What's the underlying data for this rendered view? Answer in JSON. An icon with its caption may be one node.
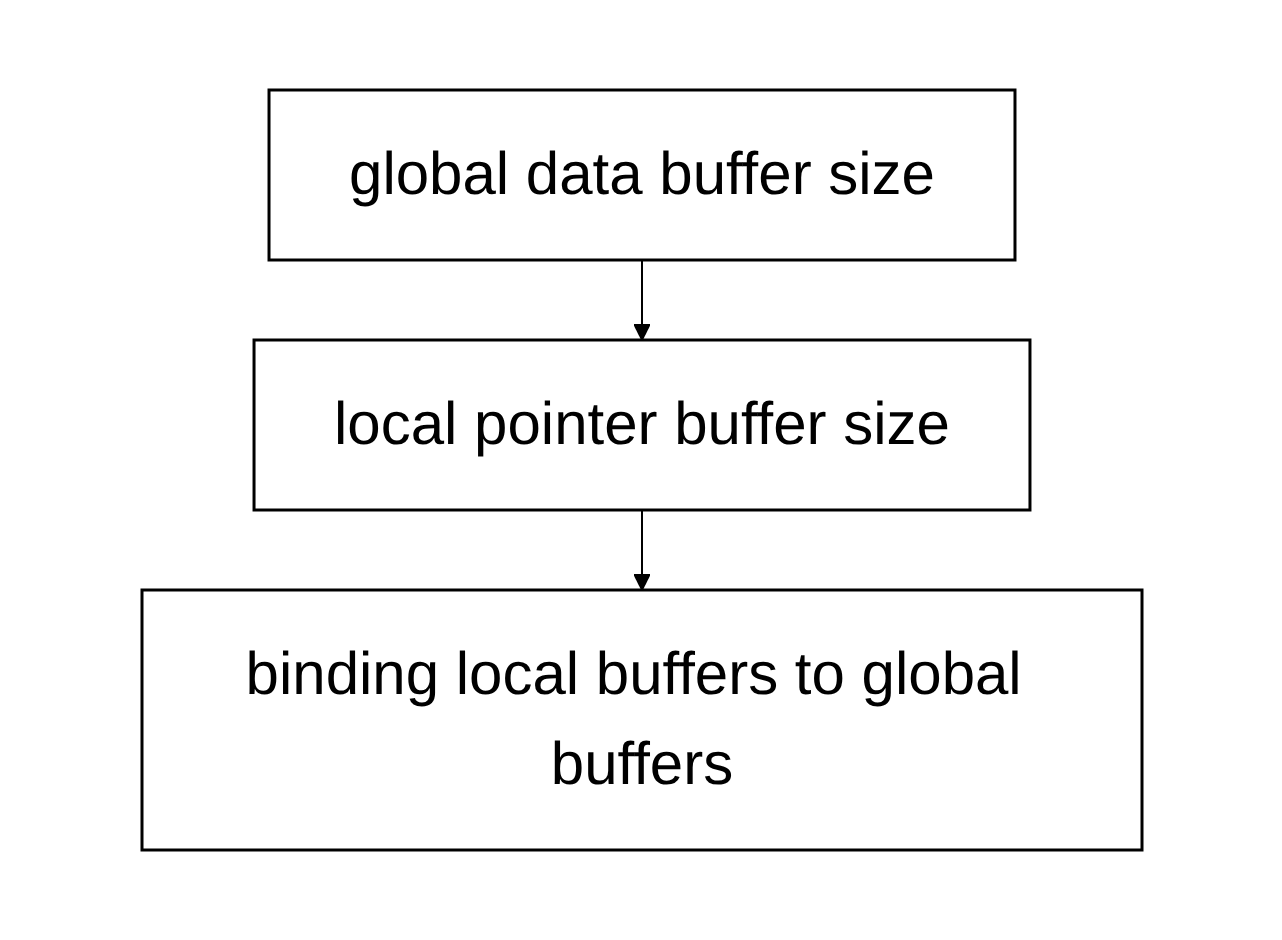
{
  "diagram": {
    "nodes": [
      {
        "text": [
          "global data buffer size"
        ]
      },
      {
        "text": [
          "local pointer buffer size"
        ]
      },
      {
        "text": [
          "binding local buffers to global buffers"
        ]
      }
    ],
    "edges": [
      {
        "from": 0,
        "to": 1,
        "arrow": "to"
      },
      {
        "from": 1,
        "to": 2,
        "arrow": "to"
      }
    ]
  }
}
